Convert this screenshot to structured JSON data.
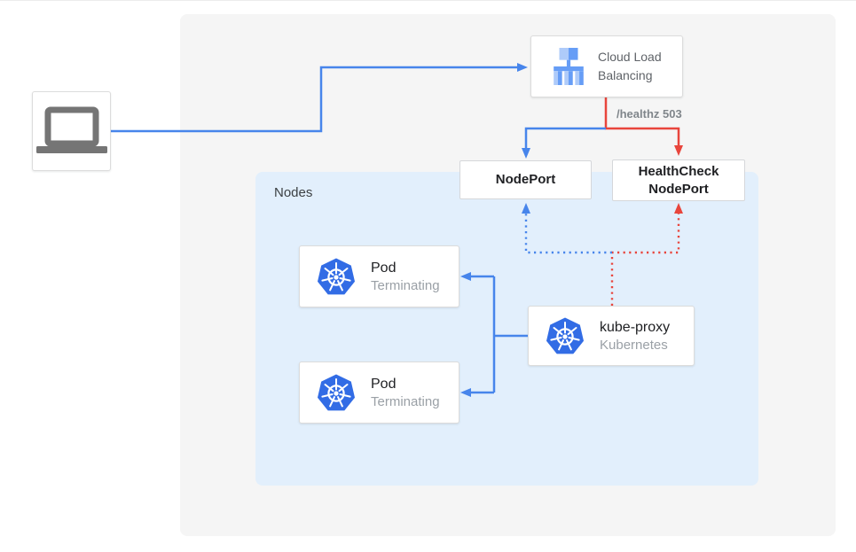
{
  "client": {
    "icon": "laptop-icon"
  },
  "load_balancer": {
    "label": "Cloud Load Balancing",
    "icon": "load-balancer-icon"
  },
  "healthz_label": "/healthz 503",
  "nodeport": {
    "label": "NodePort"
  },
  "healthcheck_nodeport": {
    "label": "HealthCheck NodePort"
  },
  "nodes_group": {
    "label": "Nodes"
  },
  "pods": [
    {
      "title": "Pod",
      "status": "Terminating",
      "icon": "kubernetes-icon"
    },
    {
      "title": "Pod",
      "status": "Terminating",
      "icon": "kubernetes-icon"
    }
  ],
  "kube_proxy": {
    "title": "kube-proxy",
    "subtitle": "Kubernetes",
    "icon": "kubernetes-icon"
  },
  "colors": {
    "edge_blue": "#4785EB",
    "edge_red": "#E8453C",
    "kubernetes_blue": "#326CE5",
    "lb_icon_light": "#AECBFA",
    "lb_icon_medium": "#669DF6",
    "nodes_background": "#E2EFFC",
    "panel_background": "#F5F5F5"
  }
}
